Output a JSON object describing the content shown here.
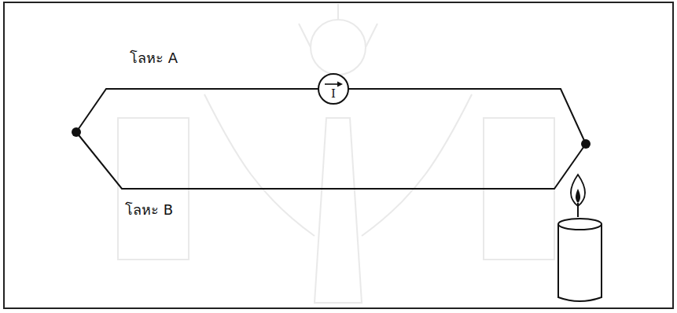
{
  "diagram": {
    "nodes": [
      {
        "text": [
          "I"
        ]
      }
    ],
    "labels": [
      "โลหะ A",
      "โลหะ B"
    ]
  }
}
